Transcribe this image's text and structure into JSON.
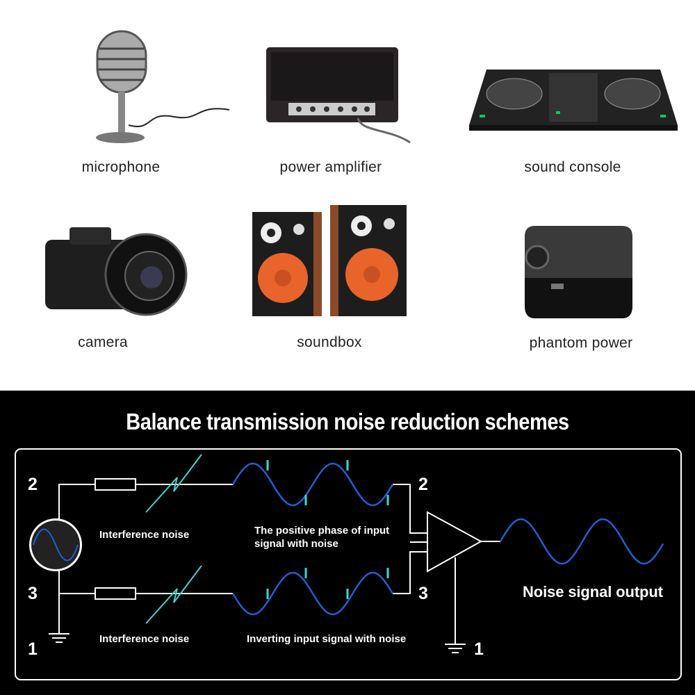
{
  "products": [
    {
      "label": "microphone",
      "icon": "microphone-icon"
    },
    {
      "label": "power amplifier",
      "icon": "amplifier-icon"
    },
    {
      "label": "sound console",
      "icon": "mixer-console-icon"
    },
    {
      "label": "camera",
      "icon": "camera-icon"
    },
    {
      "label": "soundbox",
      "icon": "speaker-icon"
    },
    {
      "label": "phantom power",
      "icon": "phantom-power-icon"
    }
  ],
  "diagram": {
    "title": "Balance transmission noise reduction schemes",
    "pin_2_left": "2",
    "pin_3_left": "3",
    "pin_1_left": "1",
    "pin_2_right": "2",
    "pin_3_right": "3",
    "pin_1_right": "1",
    "noise_top": "Interference noise",
    "noise_bottom": "Interference noise",
    "positive_line1": "The positive phase of input",
    "positive_line2": "signal with noise",
    "inverting": "Inverting input signal with noise",
    "output": "Noise signal output",
    "colors": {
      "wave": "#1f5fd6",
      "noise": "#3fd6d0",
      "line": "#ffffff",
      "background": "#000000"
    }
  }
}
